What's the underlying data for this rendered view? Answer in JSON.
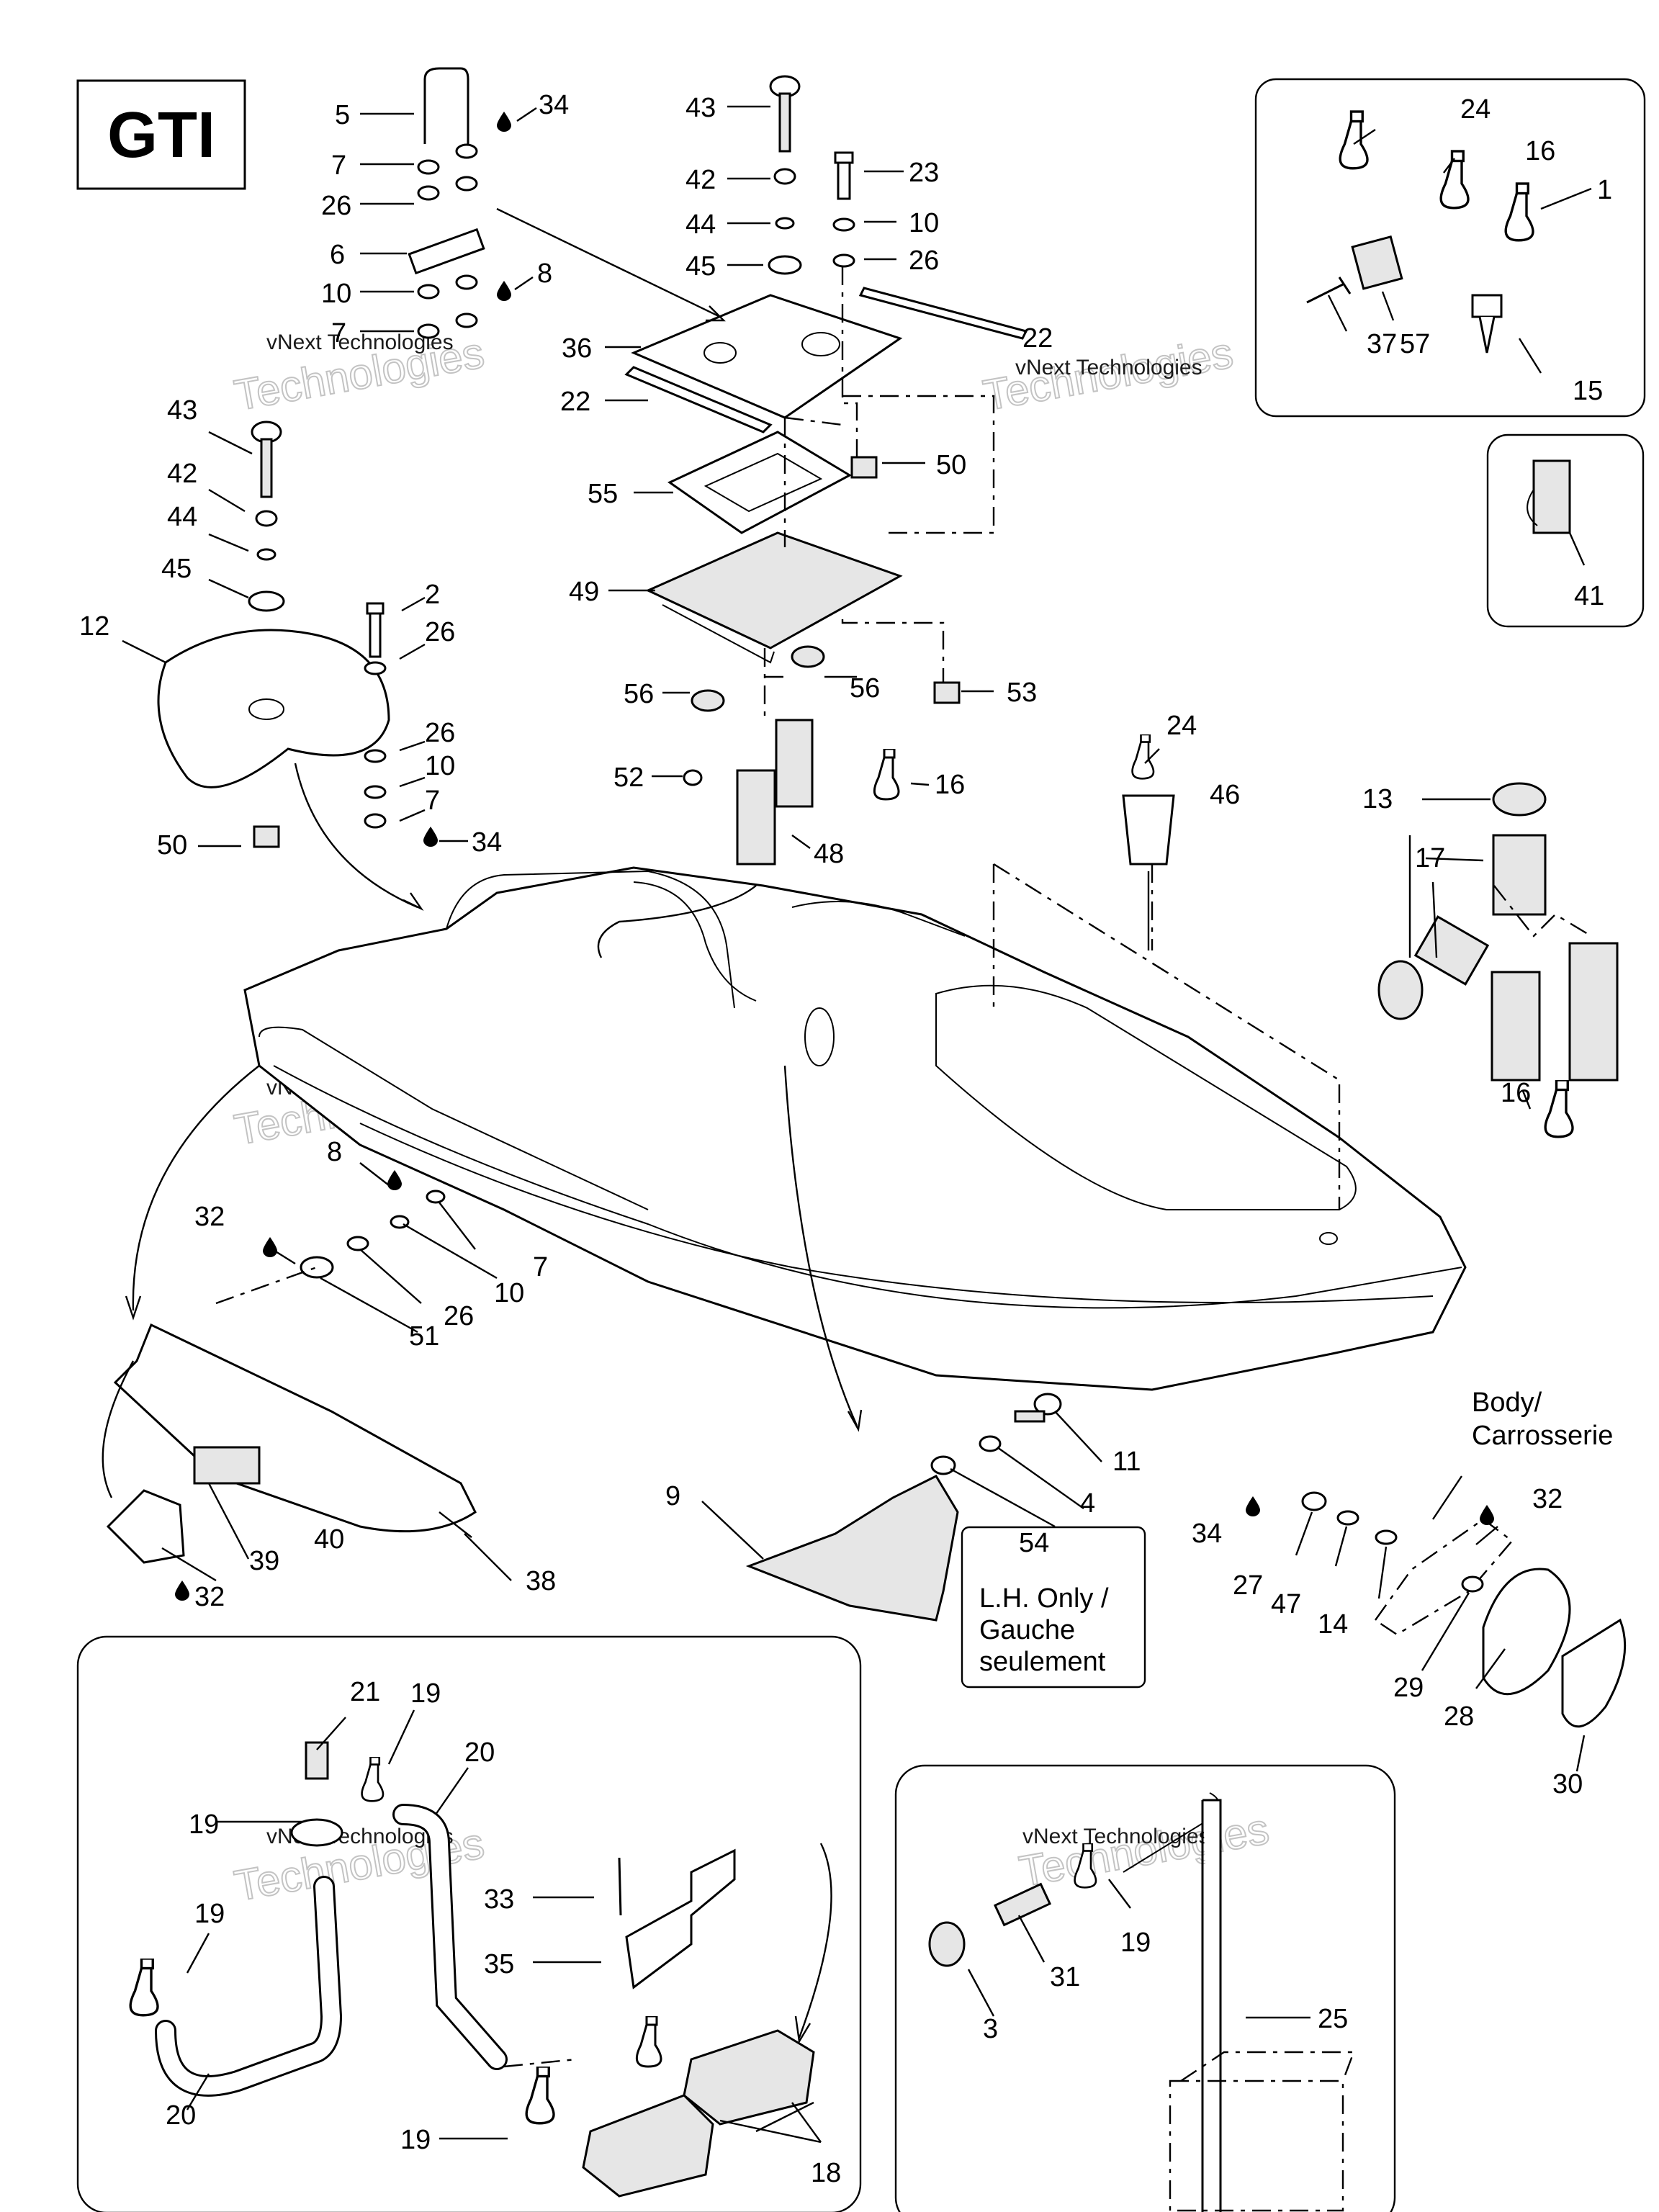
{
  "model_label": "GTI",
  "watermark": {
    "line1": "vNext",
    "line2": "Technologies",
    "combined": "vNext Technologies"
  },
  "note_lh": {
    "line1": "L.H. Only /",
    "line2": "Gauche",
    "line3": "seulement"
  },
  "note_body": {
    "line1": "Body/",
    "line2": "Carrosserie"
  },
  "callouts": {
    "n1": "1",
    "n2": "2",
    "n3": "3",
    "n4": "4",
    "n5": "5",
    "n6": "6",
    "n7": "7",
    "n8": "8",
    "n9": "9",
    "n10": "10",
    "n11": "11",
    "n12": "12",
    "n13": "13",
    "n14": "14",
    "n15": "15",
    "n16": "16",
    "n17": "17",
    "n18": "18",
    "n19": "19",
    "n20": "20",
    "n21": "21",
    "n22": "22",
    "n23": "23",
    "n24": "24",
    "n25": "25",
    "n26": "26",
    "n27": "27",
    "n28": "28",
    "n29": "29",
    "n30": "30",
    "n31": "31",
    "n32": "32",
    "n33": "33",
    "n34": "34",
    "n35": "35",
    "n36": "36",
    "n37": "37",
    "n38": "38",
    "n39": "39",
    "n40": "40",
    "n41": "41",
    "n42": "42",
    "n43": "43",
    "n44": "44",
    "n45": "45",
    "n46": "46",
    "n47": "47",
    "n48": "48",
    "n49": "49",
    "n50": "50",
    "n51": "51",
    "n52": "52",
    "n53": "53",
    "n54": "54",
    "n55": "55",
    "n56": "56",
    "n57": "57"
  }
}
